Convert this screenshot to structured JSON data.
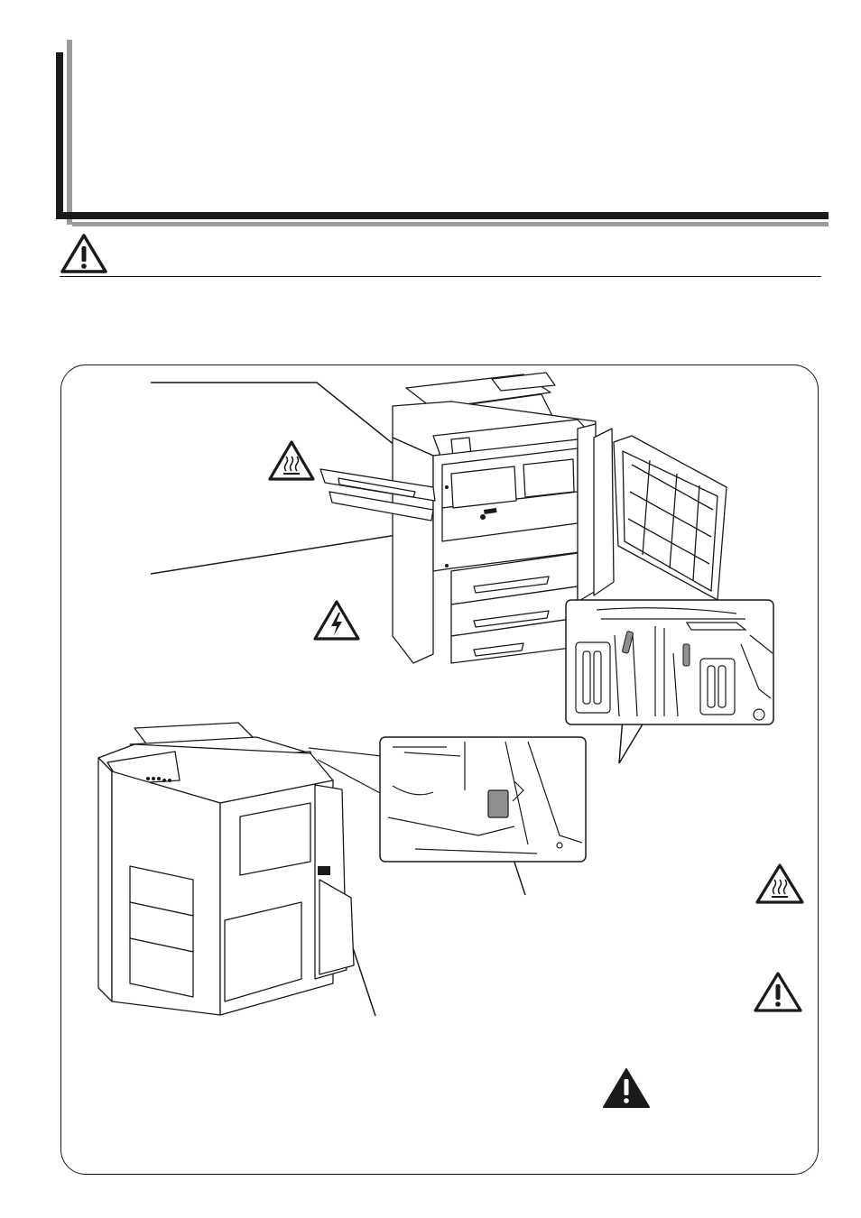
{
  "page": {
    "colors": {
      "ink": "#1a1a1a",
      "header_shadow": "#9a9a9a",
      "label_fill": "#8f8f8f"
    }
  },
  "header": {
    "icon": "warning-triangle-icon"
  },
  "figure": {
    "icons": [
      "hot-surface-warning-icon",
      "high-voltage-warning-icon",
      "hot-surface-warning-icon",
      "warning-triangle-icon",
      "filled-warning-triangle-icon"
    ],
    "views": [
      "copier-front-open-illustration",
      "interior-detail-inset",
      "copier-rear-illustration",
      "rear-label-inset"
    ]
  }
}
